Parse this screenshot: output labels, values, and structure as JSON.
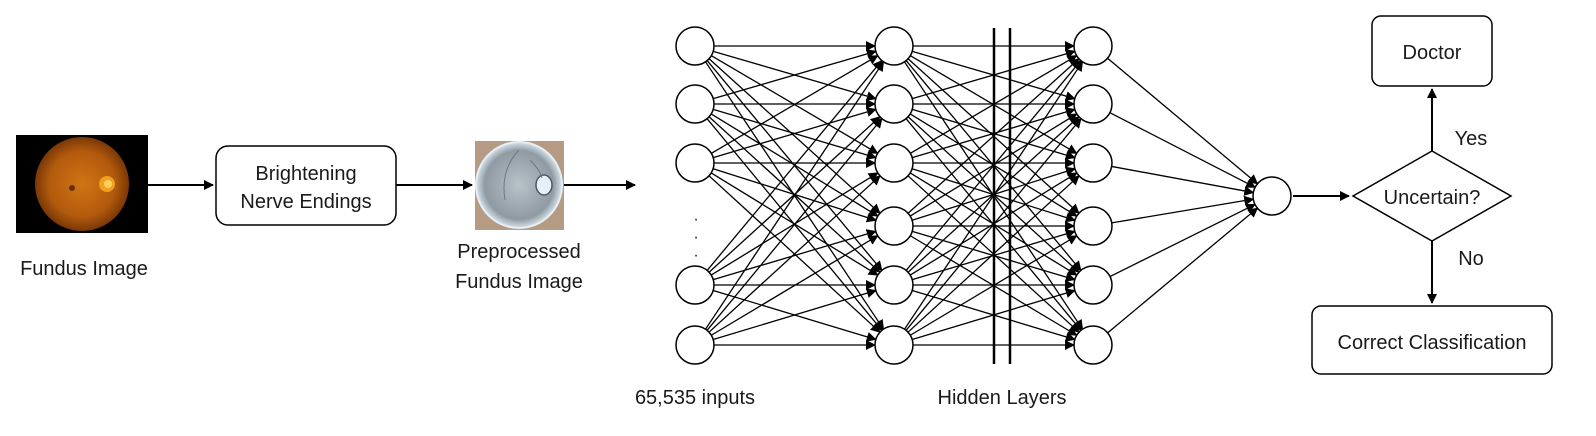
{
  "labels": {
    "fundus_image": "Fundus Image",
    "brightening_line1": "Brightening",
    "brightening_line2": "Nerve Endings",
    "preprocessed_line1": "Preprocessed",
    "preprocessed_line2": "Fundus Image",
    "inputs": "65,535 inputs",
    "hidden_layers": "Hidden Layers",
    "doctor": "Doctor",
    "uncertain": "Uncertain?",
    "yes": "Yes",
    "no": "No",
    "correct_classification": "Correct Classification"
  },
  "network": {
    "input_nodes_visible": 5,
    "hidden_layer_1_nodes": 6,
    "hidden_layer_2_nodes": 6,
    "output_nodes": 1,
    "ellipsis": "·"
  },
  "colors": {
    "stroke": "#000000",
    "fundus_background": "#000000",
    "fundus_orange": "#c8650f",
    "preprocessed_gray": "#9aa5ad"
  }
}
